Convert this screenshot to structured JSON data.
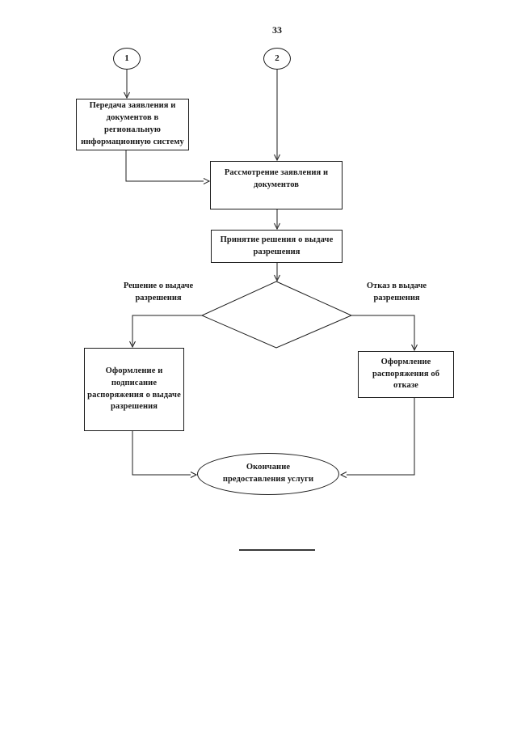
{
  "page": {
    "number": "33"
  },
  "colors": {
    "ink": "#1c1c1c",
    "background": "#ffffff"
  },
  "flowchart": {
    "connector_1": {
      "label": "1"
    },
    "connector_2": {
      "label": "2"
    },
    "process_transfer": {
      "text": "Передача заявления и\nдокументов в\nрегиональную\nинформационную систему"
    },
    "process_review": {
      "text": "Рассмотрение заявления и\nдокументов"
    },
    "process_decision": {
      "text": "Принятие решения о выдаче\nразрешения"
    },
    "branch_left_label": {
      "text": "Решение о выдаче\nразрешения"
    },
    "branch_right_label": {
      "text": "Отказ в выдаче\nразрешения"
    },
    "process_issue_order": {
      "text": "Оформление и\nподписание\nраспоряжения о выдаче\nразрешения"
    },
    "process_refusal_order": {
      "text": "Оформление\nраспоряжения об\nотказе"
    },
    "terminator_end": {
      "text": "Окончание\nпредоставления услуги"
    }
  }
}
